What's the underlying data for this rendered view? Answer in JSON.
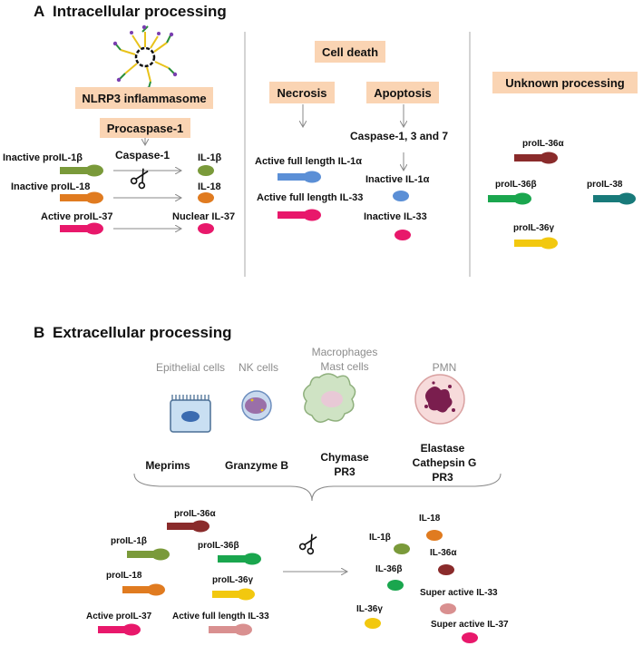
{
  "colors": {
    "box_fill": "#fad4b3",
    "il1b": "#7a9a3a",
    "il18": "#e07b20",
    "il37": "#e8186b",
    "il1a": "#5b8fd6",
    "il33": "#e8186b",
    "il36a": "#8a2b2b",
    "il36b": "#1aa64e",
    "il36g": "#f2c80f",
    "il38": "#187a7a",
    "il33_super": "#d99090"
  },
  "section_a": {
    "letter": "A",
    "title": "Intracellular processing",
    "nlrp3": "NLRP3 inflammasome",
    "procaspase": "Procaspase-1",
    "caspase1": "Caspase-1",
    "inactive_proil1b": "Inactive proIL-1β",
    "inactive_proil18": "Inactive proIL-18",
    "active_proil37": "Active proIL-37",
    "il1b": "IL-1β",
    "il18": "IL-18",
    "nuclear_il37": "Nuclear IL-37",
    "cell_death": "Cell death",
    "necrosis": "Necrosis",
    "apoptosis": "Apoptosis",
    "caspase_137": "Caspase-1, 3 and 7",
    "active_full_il1a": "Active full length IL-1α",
    "active_full_il33": "Active full length IL-33",
    "inactive_il1a": "Inactive IL-1α",
    "inactive_il33": "Inactive IL-33",
    "unknown": "Unknown processing",
    "proil36a": "proIL-36α",
    "proil36b": "proIL-36β",
    "proil38": "proIL-38",
    "proil36g": "proIL-36γ"
  },
  "section_b": {
    "letter": "B",
    "title": "Extracellular processing",
    "cells": {
      "epithelial": "Epithelial cells",
      "nk": "NK cells",
      "macrophages": "Macrophages",
      "mast": "Mast cells",
      "pmn": "PMN"
    },
    "enzymes": {
      "meprims": "Meprims",
      "granzyme": "Granzyme B",
      "chymase": "Chymase",
      "pr3_a": "PR3",
      "elastase": "Elastase",
      "cathepsin": "Cathepsin  G",
      "pr3_b": "PR3"
    },
    "inputs": {
      "proil36a": "proIL-36α",
      "proil1b": "proIL-1β",
      "proil36b": "proIL-36β",
      "proil18": "proIL-18",
      "proil36g": "proIL-36γ",
      "active_proil37": "Active proIL-37",
      "active_full_il33": "Active full length IL-33"
    },
    "outputs": {
      "il18": "IL-18",
      "il1b": "IL-1β",
      "il36a": "IL-36α",
      "il36b": "IL-36β",
      "super_il33": "Super active IL-33",
      "il36g": "IL-36γ",
      "super_il37": "Super active IL-37"
    }
  }
}
